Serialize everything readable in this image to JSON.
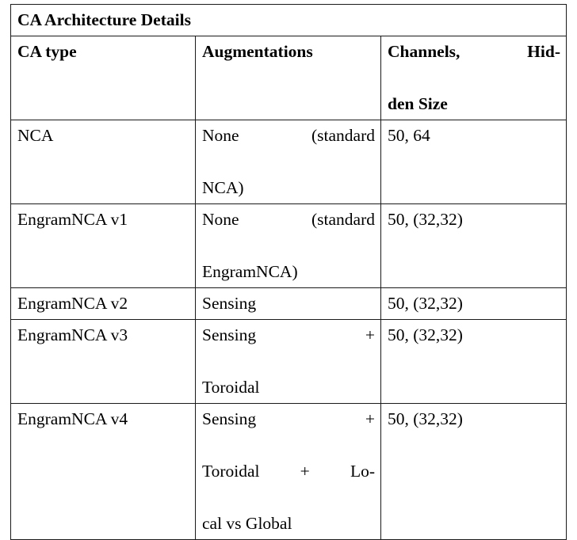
{
  "table": {
    "title": "CA Architecture Details",
    "columns": [
      {
        "key": "ca_type",
        "header": "CA type"
      },
      {
        "key": "augmentations",
        "header": "Augmentations"
      },
      {
        "key": "channels_hidden",
        "header": "Channels, Hid-",
        "header_line2": "den Size",
        "header_full": "Channels, Hidden Size"
      }
    ],
    "rows": [
      {
        "ca_type": "NCA",
        "augmentations": "None (standard NCA)",
        "aug_line1": "None",
        "aug_line1b": "(standard",
        "aug_line2": "NCA)",
        "channels_hidden": "50, 64"
      },
      {
        "ca_type": "EngramNCA v1",
        "augmentations": "None (standard EngramNCA)",
        "aug_line1": "None",
        "aug_line1b": "(standard",
        "aug_line2": "EngramNCA)",
        "channels_hidden": "50, (32,32)"
      },
      {
        "ca_type": "EngramNCA v2",
        "augmentations": "Sensing",
        "aug_line1": "Sensing",
        "aug_line1b": "",
        "aug_line2": "",
        "channels_hidden": "50, (32,32)"
      },
      {
        "ca_type": "EngramNCA v3",
        "augmentations": "Sensing + Toroidal",
        "aug_line1": "Sensing",
        "aug_line1b": "+",
        "aug_line2": "Toroidal",
        "channels_hidden": "50, (32,32)"
      },
      {
        "ca_type": "EngramNCA v4",
        "augmentations": "Sensing + Toroidal + Local vs Global",
        "aug_line1": "Sensing",
        "aug_line1b": "+",
        "aug_line2": "Toroidal",
        "aug_line2b": "+",
        "aug_line2c": "Lo-",
        "aug_line3": "cal vs Global",
        "channels_hidden": "50, (32,32)"
      }
    ]
  }
}
